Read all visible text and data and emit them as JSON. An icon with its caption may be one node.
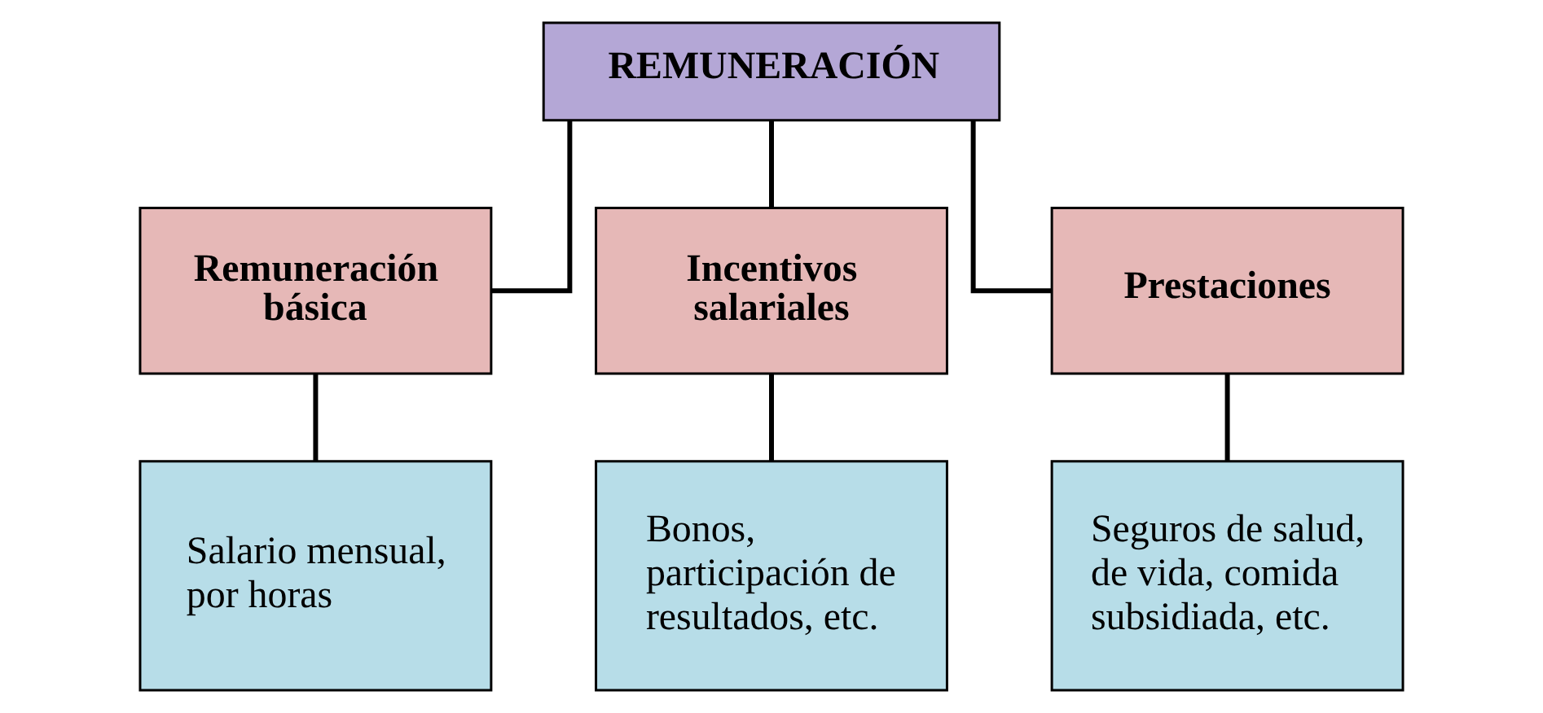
{
  "diagram": {
    "nodes": [
      {
        "text": [
          "REMUNERACIÓN"
        ]
      },
      {
        "text": [
          "Remuneración básica"
        ]
      },
      {
        "text": [
          "Incentivos salariales"
        ]
      },
      {
        "text": [
          "Prestaciones"
        ]
      },
      {
        "text": [
          "Salario mensual, por horas"
        ]
      },
      {
        "text": [
          "Bonos, participación de resultados, etc."
        ]
      },
      {
        "text": [
          "Seguros de salud, de vida, comida subsidiada, etc."
        ]
      }
    ],
    "edges": [
      {
        "from": 0,
        "to": 1,
        "arrow": "none"
      },
      {
        "from": 0,
        "to": 2,
        "arrow": "none"
      },
      {
        "from": 0,
        "to": 3,
        "arrow": "none"
      },
      {
        "from": 1,
        "to": 4,
        "arrow": "none"
      },
      {
        "from": 2,
        "to": 5,
        "arrow": "none"
      },
      {
        "from": 3,
        "to": 6,
        "arrow": "none"
      }
    ]
  }
}
